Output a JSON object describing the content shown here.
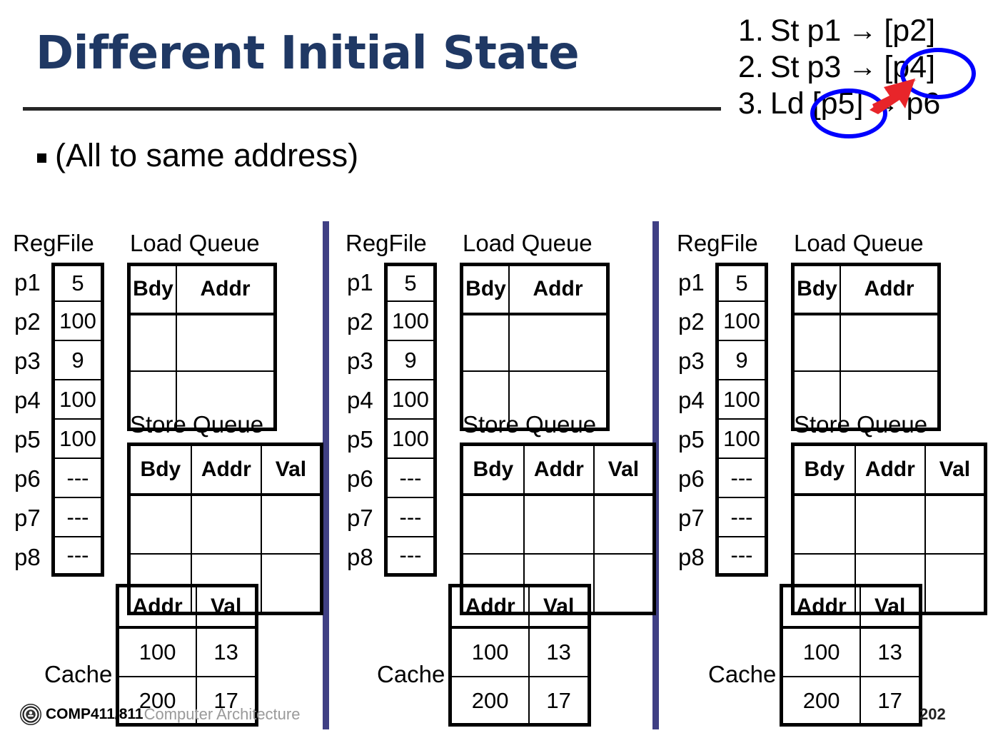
{
  "slide": {
    "title": "Different Initial State",
    "bullet": "(All to same address)",
    "page_number": "202",
    "accent_title_color": "#1F3864",
    "divider_color": "#3F3F84",
    "annotation_circle_color": "#0000FF",
    "annotation_arrow_color": "#E8252A"
  },
  "instructions": [
    {
      "num": "1.",
      "op": "St",
      "src": "p1",
      "arrow": "→",
      "dst": "[p2]",
      "circled": false
    },
    {
      "num": "2.",
      "op": "St",
      "src": "p3",
      "arrow": "→",
      "dst": "[p4]",
      "circled": true
    },
    {
      "num": "3.",
      "op": "Ld",
      "src": "[p5]",
      "arrow": "→",
      "dst": "p6",
      "circled": true
    }
  ],
  "labels": {
    "regfile": "RegFile",
    "load_queue": "Load Queue",
    "store_queue": "Store Queue",
    "cache": "Cache"
  },
  "regfile": {
    "rows": [
      {
        "name": "p1",
        "value": "5"
      },
      {
        "name": "p2",
        "value": "100"
      },
      {
        "name": "p3",
        "value": "9"
      },
      {
        "name": "p4",
        "value": "100"
      },
      {
        "name": "p5",
        "value": "100"
      },
      {
        "name": "p6",
        "value": "---"
      },
      {
        "name": "p7",
        "value": "---"
      },
      {
        "name": "p8",
        "value": "---"
      }
    ]
  },
  "load_queue": {
    "headers": [
      "Bdy",
      "Addr"
    ],
    "rows": [
      [
        "",
        ""
      ],
      [
        "",
        ""
      ]
    ]
  },
  "store_queue": {
    "headers": [
      "Bdy",
      "Addr",
      "Val"
    ],
    "rows": [
      [
        "",
        "",
        ""
      ],
      [
        "",
        "",
        ""
      ]
    ]
  },
  "cache": {
    "headers": [
      "Addr",
      "Val"
    ],
    "rows": [
      [
        "100",
        "13"
      ],
      [
        "200",
        "17"
      ]
    ]
  },
  "footer": {
    "course": "COMP411/811",
    "subtitle": "Computer Architecture"
  }
}
